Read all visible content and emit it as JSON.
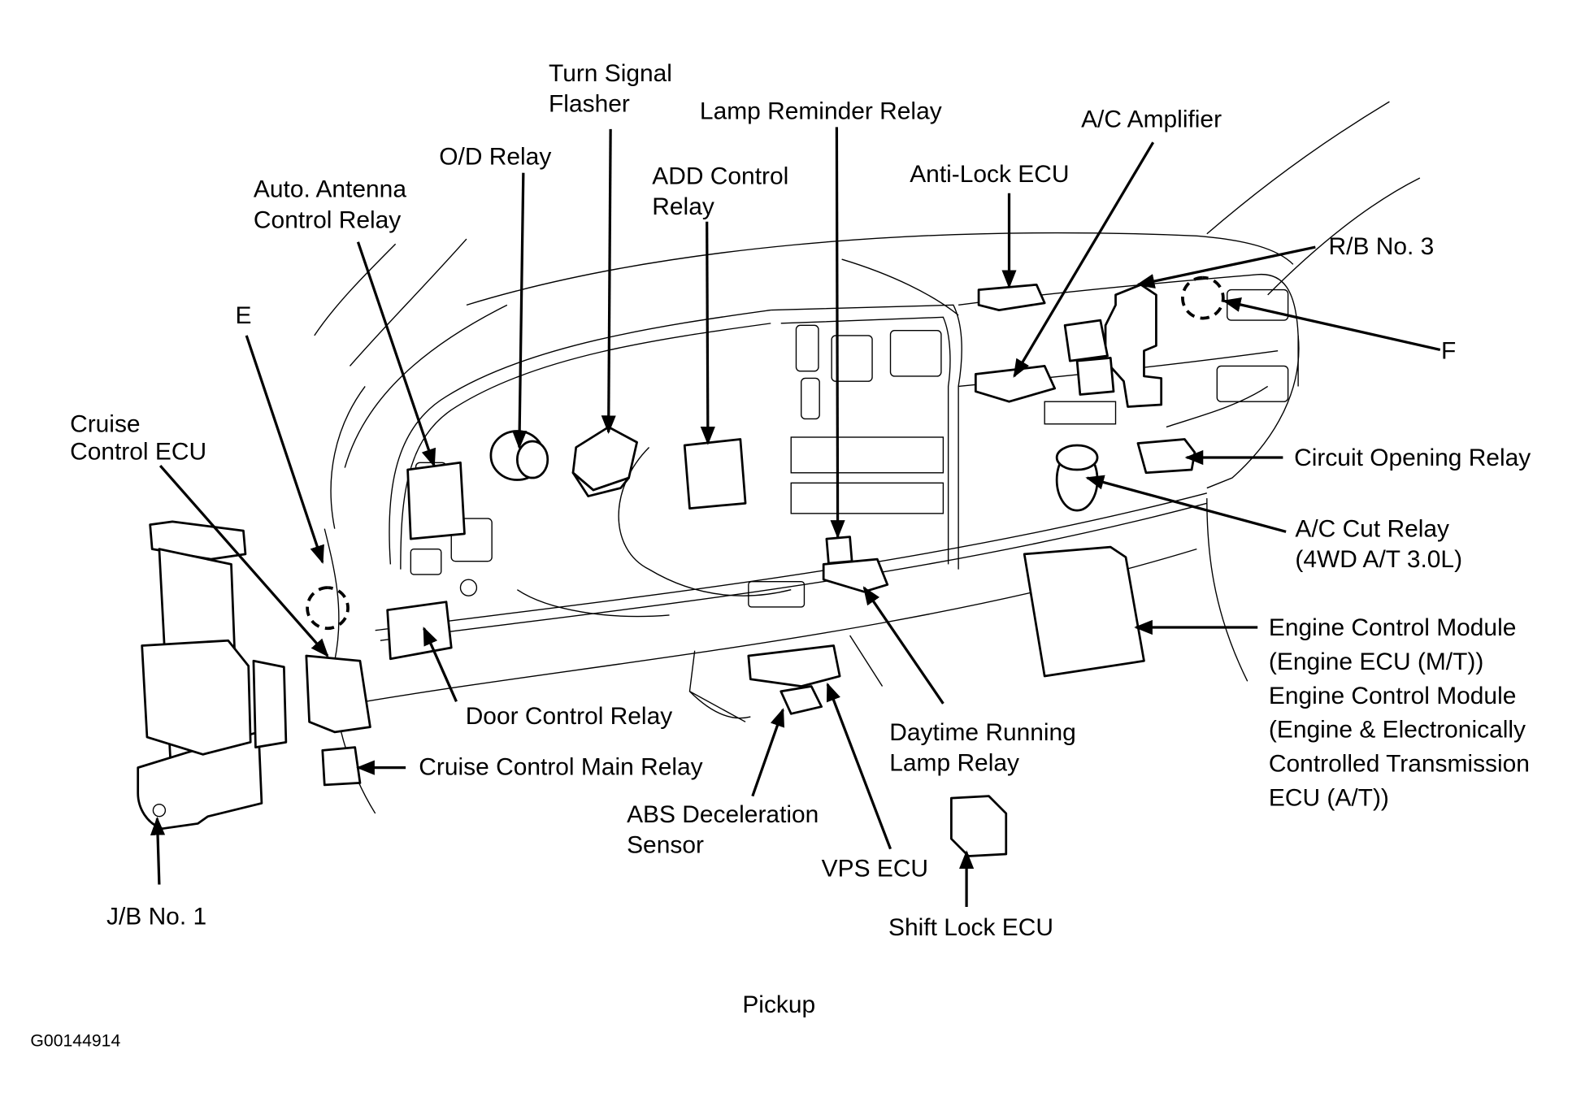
{
  "diagram": {
    "caption": "Pickup",
    "figure_id": "G00144914",
    "colors": {
      "line": "#000000",
      "background": "#ffffff"
    },
    "labels": {
      "turn_signal_flasher": [
        "Turn Signal",
        "Flasher"
      ],
      "lamp_reminder_relay": [
        "Lamp Reminder Relay"
      ],
      "ac_amplifier": [
        "A/C Amplifier"
      ],
      "od_relay": [
        "O/D Relay"
      ],
      "add_control_relay": [
        "ADD Control",
        "Relay"
      ],
      "anti_lock_ecu": [
        "Anti-Lock ECU"
      ],
      "auto_antenna_control_relay": [
        "Auto. Antenna",
        "Control Relay"
      ],
      "rb_no3": [
        "R/B No. 3"
      ],
      "e": [
        "E"
      ],
      "f": [
        "F"
      ],
      "cruise_control_ecu": [
        "Cruise",
        "Control ECU"
      ],
      "circuit_opening_relay": [
        "Circuit Opening Relay"
      ],
      "ac_cut_relay": [
        "A/C Cut Relay",
        "(4WD A/T  3.0L)"
      ],
      "engine_control_module": [
        "Engine Control Module",
        "(Engine ECU (M/T))",
        "Engine Control Module",
        "(Engine & Electronically",
        "Controlled Transmission",
        "ECU (A/T))"
      ],
      "door_control_relay": [
        "Door Control Relay"
      ],
      "daytime_running_lamp_relay": [
        "Daytime Running",
        "Lamp Relay"
      ],
      "cruise_control_main_relay": [
        "Cruise Control Main Relay"
      ],
      "abs_deceleration_sensor": [
        "ABS Deceleration",
        "Sensor"
      ],
      "vps_ecu": [
        "VPS ECU"
      ],
      "shift_lock_ecu": [
        "Shift Lock ECU"
      ],
      "jb_no1": [
        "J/B No. 1"
      ]
    }
  }
}
